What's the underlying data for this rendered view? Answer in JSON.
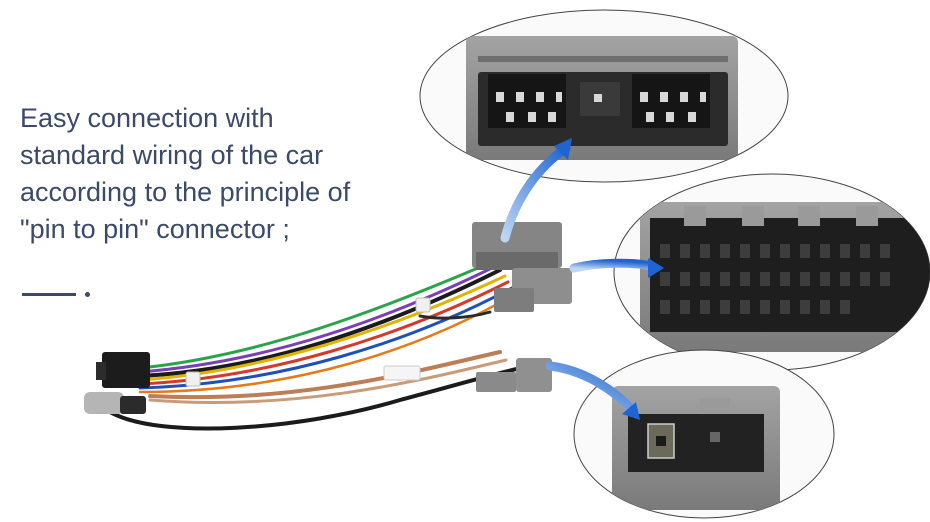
{
  "headline": {
    "lines": [
      "Easy connection with",
      "standard wiring of the car",
      "according to the principle of",
      "\"pin to pin\" connector ;"
    ]
  },
  "colors": {
    "text": "#3b4a66",
    "arrow": "#2a6fd6",
    "connector_gray": "#8c8c8c",
    "background": "#ffffff"
  }
}
